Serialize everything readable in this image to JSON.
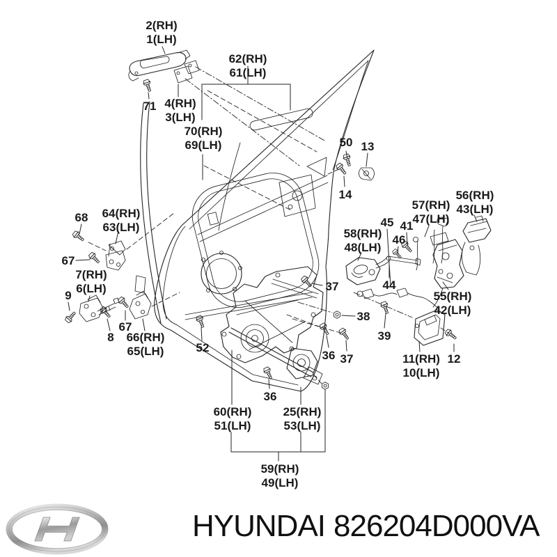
{
  "brand": {
    "name": "HYUNDAI",
    "part_number": "826204D000VA",
    "logo": "hyundai-logo"
  },
  "callouts": {
    "c2_1": {
      "line1": "2(RH)",
      "line2": "1(LH)"
    },
    "c4_3": {
      "line1": "4(RH)",
      "line2": "3(LH)"
    },
    "c71": {
      "line1": "71"
    },
    "c62_61": {
      "line1": "62(RH)",
      "line2": "61(LH)"
    },
    "c70_69": {
      "line1": "70(RH)",
      "line2": "69(LH)"
    },
    "c50": {
      "line1": "50"
    },
    "c13": {
      "line1": "13"
    },
    "c14": {
      "line1": "14"
    },
    "c56_43": {
      "line1": "56(RH)",
      "line2": "43(LH)"
    },
    "c57_47": {
      "line1": "57(RH)",
      "line2": "47(LH)"
    },
    "c45": {
      "line1": "45"
    },
    "c41": {
      "line1": "41"
    },
    "c46": {
      "line1": "46"
    },
    "c58_48": {
      "line1": "58(RH)",
      "line2": "48(LH)"
    },
    "c44": {
      "line1": "44"
    },
    "c55_42": {
      "line1": "55(RH)",
      "line2": "42(LH)"
    },
    "c68": {
      "line1": "68"
    },
    "c64_63": {
      "line1": "64(RH)",
      "line2": "63(LH)"
    },
    "c67a": {
      "line1": "67"
    },
    "c7_6": {
      "line1": "7(RH)",
      "line2": "6(LH)"
    },
    "c9": {
      "line1": "9"
    },
    "c67b": {
      "line1": "67"
    },
    "c8": {
      "line1": "8"
    },
    "c66_65": {
      "line1": "66(RH)",
      "line2": "65(LH)"
    },
    "c52": {
      "line1": "52"
    },
    "c37a": {
      "line1": "37"
    },
    "c38": {
      "line1": "38"
    },
    "c39": {
      "line1": "39"
    },
    "c36a": {
      "line1": "36"
    },
    "c37b": {
      "line1": "37"
    },
    "c36b": {
      "line1": "36"
    },
    "c60_51": {
      "line1": "60(RH)",
      "line2": "51(LH)"
    },
    "c25_53": {
      "line1": "25(RH)",
      "line2": "53(LH)"
    },
    "c59_49": {
      "line1": "59(RH)",
      "line2": "49(LH)"
    },
    "c11_10": {
      "line1": "11(RH)",
      "line2": "10(LH)"
    },
    "c12": {
      "line1": "12"
    }
  }
}
